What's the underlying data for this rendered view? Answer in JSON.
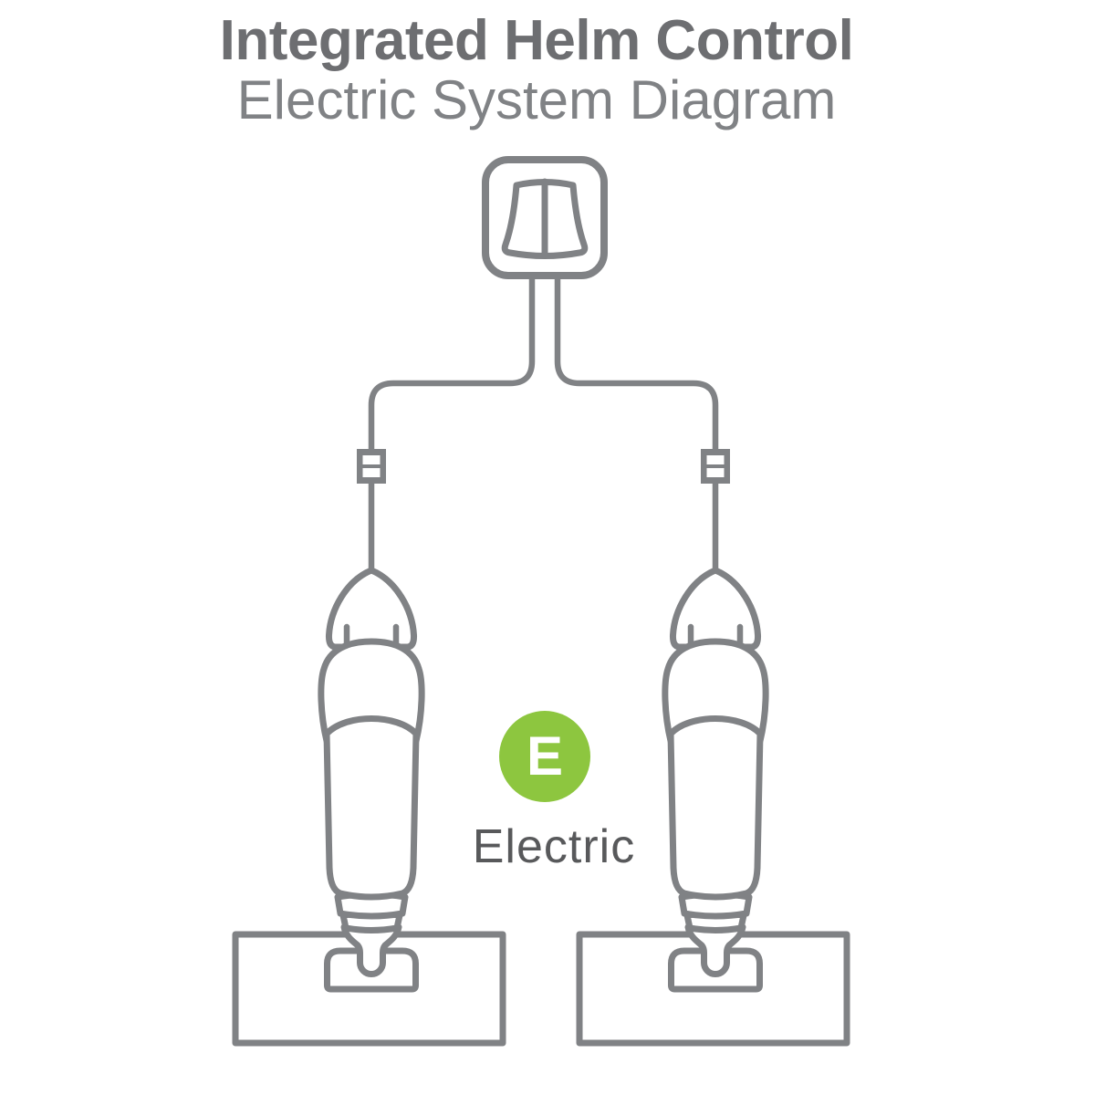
{
  "header": {
    "title": "Integrated Helm Control",
    "subtitle": "Electric System Diagram"
  },
  "legend": {
    "badge_letter": "E",
    "label": "Electric"
  },
  "theme": {
    "line_color": "#808285",
    "title_color": "#6D6E71",
    "subtitle_color": "#808285",
    "label_color": "#58595B",
    "accent_green": "#8DC63F",
    "badge_letter_color": "#FFFFFF",
    "background": "#FFFFFF"
  }
}
